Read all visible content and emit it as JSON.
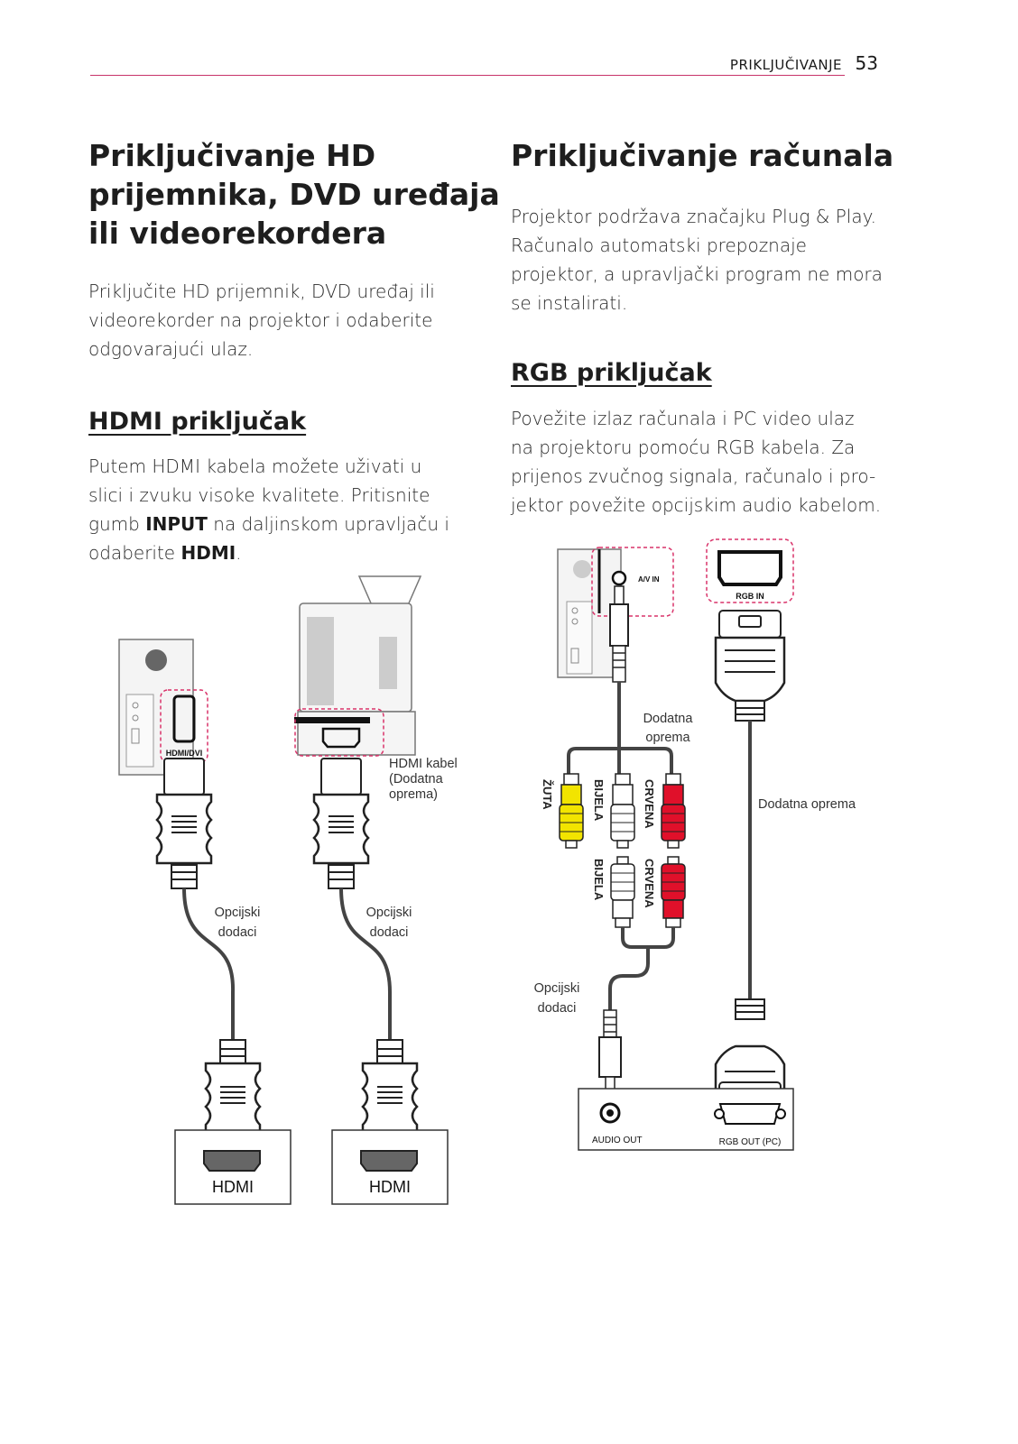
{
  "header": {
    "section": "PRIKLJUČIVANJE",
    "page_number": "53"
  },
  "left": {
    "title_lines": [
      "Priključivanje HD",
      "prijemnika, DVD uređaja",
      "ili videorekordera"
    ],
    "intro_lines": [
      "Priključite HD prijemnik, DVD uređaj ili",
      "videorekorder na projektor i odaberite",
      "odgovarajući ulaz."
    ],
    "hdmi_heading": "HDMI priključak",
    "hdmi_line1": "Putem HDMI kabela možete uživati u",
    "hdmi_line2": "slici i zvuku visoke kvalitete. Pritisnite",
    "hdmi_line3_pre": "gumb ",
    "hdmi_line3_bold": "INPUT",
    "hdmi_line3_post": " na daljinskom upravljaču i",
    "hdmi_line4_pre": "odaberite ",
    "hdmi_line4_bold": "HDMI",
    "hdmi_line4_post": "."
  },
  "right": {
    "title": "Priključivanje računala",
    "intro_lines": [
      "Projektor podržava značajku Plug & Play.",
      "Računalo automatski prepoznaje",
      "projektor, a upravljački program ne mora",
      "se instalirati."
    ],
    "rgb_heading": "RGB priključak",
    "rgb_lines": [
      "Povežite izlaz računala i PC video ulaz",
      "na projektoru pomoću RGB kabela.  Za",
      "prijenos zvučnog signala, računalo i pro-",
      "jektor povežite opcijskim audio kabelom."
    ]
  },
  "diagram_hdmi": {
    "port_label": "HDMI/DVI",
    "cable_label_lines": [
      "HDMI kabel",
      "(Dodatna",
      "oprema)"
    ],
    "optional_left_lines": [
      "Opcijski",
      "dodaci"
    ],
    "optional_right_lines": [
      "Opcijski",
      "dodaci"
    ],
    "device_left_label": "HDMI",
    "device_right_label": "HDMI"
  },
  "diagram_rgb": {
    "av_in_label": "A/V IN",
    "rgb_in_label": "RGB IN",
    "extra_equipment_lines": [
      "Dodatna",
      "oprema"
    ],
    "extra_equipment_right": "Dodatna oprema",
    "plug_labels_top": [
      "ŽUTA",
      "BIJELA",
      "CRVENA"
    ],
    "plug_labels_bottom": [
      "BIJELA",
      "CRVENA"
    ],
    "optional_lines": [
      "Opcijski",
      "dodaci"
    ],
    "audio_out_label": "AUDIO OUT",
    "rgb_out_label": "RGB OUT (PC)"
  },
  "colors": {
    "accent": "#c8336a",
    "plug_yellow": "#f2e400",
    "plug_red": "#e0102a",
    "dash": "#d9336a"
  }
}
